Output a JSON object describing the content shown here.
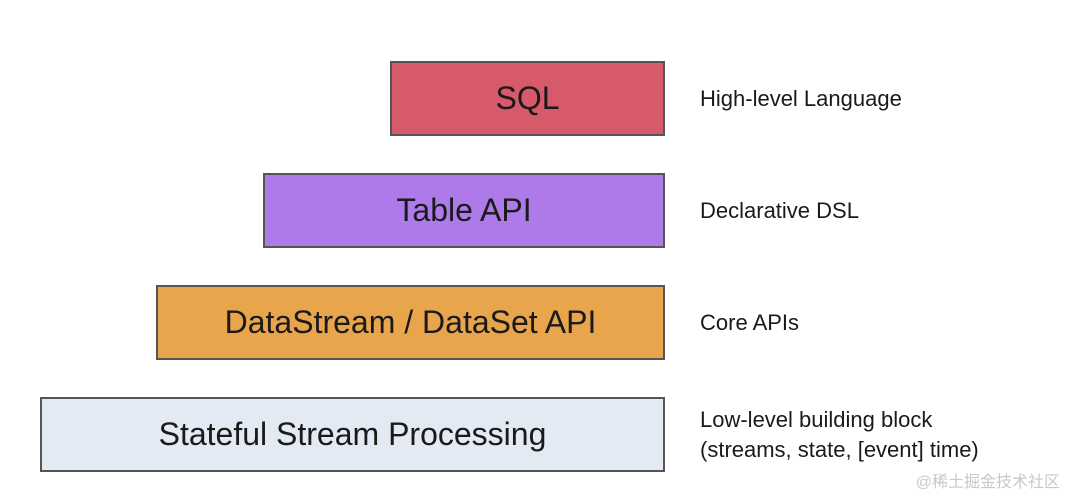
{
  "layers": [
    {
      "label": "SQL",
      "description": [
        "High-level Language"
      ],
      "color": "#d75a6a"
    },
    {
      "label": "Table API",
      "description": [
        "Declarative DSL"
      ],
      "color": "#ae7aea"
    },
    {
      "label": "DataStream / DataSet API",
      "description": [
        "Core APIs"
      ],
      "color": "#e8a54c"
    },
    {
      "label": "Stateful Stream Processing",
      "description": [
        "Low-level building block",
        "(streams, state, [event] time)"
      ],
      "color": "#e4eaf4"
    }
  ],
  "watermark": "@稀土掘金技术社区"
}
